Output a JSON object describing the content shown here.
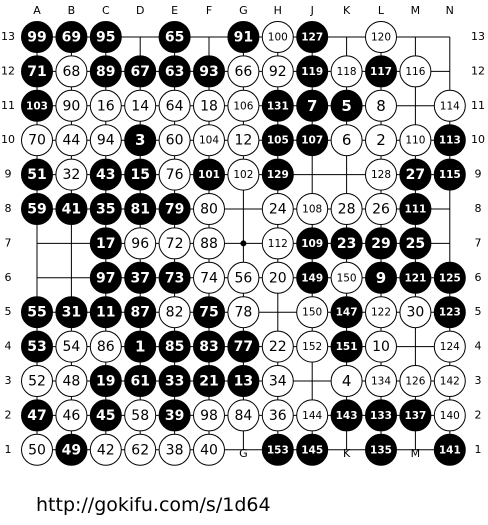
{
  "board": {
    "size": 13,
    "columns": [
      "A",
      "B",
      "C",
      "D",
      "E",
      "F",
      "G",
      "H",
      "J",
      "K",
      "L",
      "M",
      "N"
    ],
    "rows": [
      13,
      12,
      11,
      10,
      9,
      8,
      7,
      6,
      5,
      4,
      3,
      2,
      1
    ],
    "star_points": [
      "G7",
      "M7"
    ],
    "colors": {
      "board": "#ffffff",
      "line": "#000000",
      "black_stone": "#000000",
      "white_stone": "#ffffff"
    }
  },
  "stones": [
    {
      "pos": "A13",
      "color": "B",
      "n": "99"
    },
    {
      "pos": "B13",
      "color": "B",
      "n": "69"
    },
    {
      "pos": "C13",
      "color": "B",
      "n": "95"
    },
    {
      "pos": "E13",
      "color": "B",
      "n": "65"
    },
    {
      "pos": "G13",
      "color": "B",
      "n": "91"
    },
    {
      "pos": "H13",
      "color": "W",
      "n": "100"
    },
    {
      "pos": "J13",
      "color": "B",
      "n": "127"
    },
    {
      "pos": "L13",
      "color": "W",
      "n": "120"
    },
    {
      "pos": "A12",
      "color": "B",
      "n": "71"
    },
    {
      "pos": "B12",
      "color": "W",
      "n": "68"
    },
    {
      "pos": "C12",
      "color": "B",
      "n": "89"
    },
    {
      "pos": "D12",
      "color": "B",
      "n": "67"
    },
    {
      "pos": "E12",
      "color": "B",
      "n": "63"
    },
    {
      "pos": "F12",
      "color": "B",
      "n": "93"
    },
    {
      "pos": "G12",
      "color": "W",
      "n": "66"
    },
    {
      "pos": "H12",
      "color": "W",
      "n": "92"
    },
    {
      "pos": "J12",
      "color": "B",
      "n": "119"
    },
    {
      "pos": "K12",
      "color": "W",
      "n": "118"
    },
    {
      "pos": "L12",
      "color": "B",
      "n": "117"
    },
    {
      "pos": "M12",
      "color": "W",
      "n": "116"
    },
    {
      "pos": "A11",
      "color": "B",
      "n": "103"
    },
    {
      "pos": "B11",
      "color": "W",
      "n": "90"
    },
    {
      "pos": "C11",
      "color": "W",
      "n": "16"
    },
    {
      "pos": "D11",
      "color": "W",
      "n": "14"
    },
    {
      "pos": "E11",
      "color": "W",
      "n": "64"
    },
    {
      "pos": "F11",
      "color": "W",
      "n": "18"
    },
    {
      "pos": "G11",
      "color": "W",
      "n": "106"
    },
    {
      "pos": "H11",
      "color": "B",
      "n": "131"
    },
    {
      "pos": "J11",
      "color": "B",
      "n": "7"
    },
    {
      "pos": "K11",
      "color": "B",
      "n": "5"
    },
    {
      "pos": "L11",
      "color": "W",
      "n": "8"
    },
    {
      "pos": "N11",
      "color": "W",
      "n": "114"
    },
    {
      "pos": "A10",
      "color": "W",
      "n": "70"
    },
    {
      "pos": "B10",
      "color": "W",
      "n": "44"
    },
    {
      "pos": "C10",
      "color": "W",
      "n": "94"
    },
    {
      "pos": "D10",
      "color": "B",
      "n": "3"
    },
    {
      "pos": "E10",
      "color": "W",
      "n": "60"
    },
    {
      "pos": "F10",
      "color": "W",
      "n": "104"
    },
    {
      "pos": "G10",
      "color": "W",
      "n": "12"
    },
    {
      "pos": "H10",
      "color": "B",
      "n": "105"
    },
    {
      "pos": "J10",
      "color": "B",
      "n": "107"
    },
    {
      "pos": "K10",
      "color": "W",
      "n": "6"
    },
    {
      "pos": "L10",
      "color": "W",
      "n": "2"
    },
    {
      "pos": "M10",
      "color": "W",
      "n": "110"
    },
    {
      "pos": "N10",
      "color": "B",
      "n": "113"
    },
    {
      "pos": "A9",
      "color": "B",
      "n": "51"
    },
    {
      "pos": "B9",
      "color": "W",
      "n": "32"
    },
    {
      "pos": "C9",
      "color": "B",
      "n": "43"
    },
    {
      "pos": "D9",
      "color": "B",
      "n": "15"
    },
    {
      "pos": "E9",
      "color": "W",
      "n": "76"
    },
    {
      "pos": "F9",
      "color": "B",
      "n": "101"
    },
    {
      "pos": "G9",
      "color": "W",
      "n": "102"
    },
    {
      "pos": "H9",
      "color": "B",
      "n": "129"
    },
    {
      "pos": "L9",
      "color": "W",
      "n": "128"
    },
    {
      "pos": "M9",
      "color": "B",
      "n": "27"
    },
    {
      "pos": "N9",
      "color": "B",
      "n": "115"
    },
    {
      "pos": "A8",
      "color": "B",
      "n": "59"
    },
    {
      "pos": "B8",
      "color": "B",
      "n": "41"
    },
    {
      "pos": "C8",
      "color": "B",
      "n": "35"
    },
    {
      "pos": "D8",
      "color": "B",
      "n": "81"
    },
    {
      "pos": "E8",
      "color": "B",
      "n": "79"
    },
    {
      "pos": "F8",
      "color": "W",
      "n": "80"
    },
    {
      "pos": "H8",
      "color": "W",
      "n": "24"
    },
    {
      "pos": "J8",
      "color": "W",
      "n": "108"
    },
    {
      "pos": "K8",
      "color": "W",
      "n": "28"
    },
    {
      "pos": "L8",
      "color": "W",
      "n": "26"
    },
    {
      "pos": "M8",
      "color": "B",
      "n": "111"
    },
    {
      "pos": "C7",
      "color": "B",
      "n": "17"
    },
    {
      "pos": "D7",
      "color": "W",
      "n": "96"
    },
    {
      "pos": "E7",
      "color": "W",
      "n": "72"
    },
    {
      "pos": "F7",
      "color": "W",
      "n": "88"
    },
    {
      "pos": "H7",
      "color": "W",
      "n": "112"
    },
    {
      "pos": "J7",
      "color": "B",
      "n": "109"
    },
    {
      "pos": "K7",
      "color": "B",
      "n": "23"
    },
    {
      "pos": "L7",
      "color": "B",
      "n": "29"
    },
    {
      "pos": "M7",
      "color": "B",
      "n": "25"
    },
    {
      "pos": "C6",
      "color": "B",
      "n": "97"
    },
    {
      "pos": "D6",
      "color": "B",
      "n": "37"
    },
    {
      "pos": "E6",
      "color": "B",
      "n": "73"
    },
    {
      "pos": "F6",
      "color": "W",
      "n": "74"
    },
    {
      "pos": "G6",
      "color": "W",
      "n": "56"
    },
    {
      "pos": "H6",
      "color": "W",
      "n": "20"
    },
    {
      "pos": "J6",
      "color": "B",
      "n": "149"
    },
    {
      "pos": "K6",
      "color": "W",
      "n": "150"
    },
    {
      "pos": "L6",
      "color": "B",
      "n": "9"
    },
    {
      "pos": "M6",
      "color": "B",
      "n": "121"
    },
    {
      "pos": "N6",
      "color": "B",
      "n": "125"
    },
    {
      "pos": "A5",
      "color": "B",
      "n": "55"
    },
    {
      "pos": "B5",
      "color": "B",
      "n": "31"
    },
    {
      "pos": "C5",
      "color": "B",
      "n": "11"
    },
    {
      "pos": "D5",
      "color": "B",
      "n": "87"
    },
    {
      "pos": "E5",
      "color": "W",
      "n": "82"
    },
    {
      "pos": "F5",
      "color": "B",
      "n": "75"
    },
    {
      "pos": "G5",
      "color": "W",
      "n": "78"
    },
    {
      "pos": "J5",
      "color": "W",
      "n": "150"
    },
    {
      "pos": "K5",
      "color": "B",
      "n": "147"
    },
    {
      "pos": "L5",
      "color": "W",
      "n": "122"
    },
    {
      "pos": "M5",
      "color": "W",
      "n": "30"
    },
    {
      "pos": "N5",
      "color": "B",
      "n": "123"
    },
    {
      "pos": "A4",
      "color": "B",
      "n": "53"
    },
    {
      "pos": "B4",
      "color": "W",
      "n": "54"
    },
    {
      "pos": "C4",
      "color": "W",
      "n": "86"
    },
    {
      "pos": "D4",
      "color": "B",
      "n": "1"
    },
    {
      "pos": "E4",
      "color": "B",
      "n": "85"
    },
    {
      "pos": "F4",
      "color": "B",
      "n": "83"
    },
    {
      "pos": "G4",
      "color": "B",
      "n": "77"
    },
    {
      "pos": "H4",
      "color": "W",
      "n": "22"
    },
    {
      "pos": "J4",
      "color": "W",
      "n": "152"
    },
    {
      "pos": "K4",
      "color": "B",
      "n": "151"
    },
    {
      "pos": "L4",
      "color": "W",
      "n": "10"
    },
    {
      "pos": "N4",
      "color": "W",
      "n": "124"
    },
    {
      "pos": "A3",
      "color": "W",
      "n": "52"
    },
    {
      "pos": "B3",
      "color": "W",
      "n": "48"
    },
    {
      "pos": "C3",
      "color": "B",
      "n": "19"
    },
    {
      "pos": "D3",
      "color": "B",
      "n": "61"
    },
    {
      "pos": "E3",
      "color": "B",
      "n": "33"
    },
    {
      "pos": "F3",
      "color": "B",
      "n": "21"
    },
    {
      "pos": "G3",
      "color": "B",
      "n": "13"
    },
    {
      "pos": "H3",
      "color": "W",
      "n": "34"
    },
    {
      "pos": "K3",
      "color": "W",
      "n": "4"
    },
    {
      "pos": "L3",
      "color": "W",
      "n": "134"
    },
    {
      "pos": "M3",
      "color": "W",
      "n": "126"
    },
    {
      "pos": "N3",
      "color": "W",
      "n": "142"
    },
    {
      "pos": "A2",
      "color": "B",
      "n": "47"
    },
    {
      "pos": "B2",
      "color": "W",
      "n": "46"
    },
    {
      "pos": "C2",
      "color": "B",
      "n": "45"
    },
    {
      "pos": "D2",
      "color": "W",
      "n": "58"
    },
    {
      "pos": "E2",
      "color": "B",
      "n": "39"
    },
    {
      "pos": "F2",
      "color": "W",
      "n": "98"
    },
    {
      "pos": "G2",
      "color": "W",
      "n": "84"
    },
    {
      "pos": "H2",
      "color": "W",
      "n": "36"
    },
    {
      "pos": "J2",
      "color": "W",
      "n": "144"
    },
    {
      "pos": "K2",
      "color": "B",
      "n": "143"
    },
    {
      "pos": "L2",
      "color": "B",
      "n": "133"
    },
    {
      "pos": "M2",
      "color": "B",
      "n": "137"
    },
    {
      "pos": "N2",
      "color": "W",
      "n": "140"
    },
    {
      "pos": "A1",
      "color": "W",
      "n": "50"
    },
    {
      "pos": "B1",
      "color": "B",
      "n": "49"
    },
    {
      "pos": "C1",
      "color": "W",
      "n": "42"
    },
    {
      "pos": "D1",
      "color": "W",
      "n": "62"
    },
    {
      "pos": "E1",
      "color": "W",
      "n": "38"
    },
    {
      "pos": "F1",
      "color": "W",
      "n": "40"
    },
    {
      "pos": "H1",
      "color": "B",
      "n": "153"
    },
    {
      "pos": "J1",
      "color": "B",
      "n": "145"
    },
    {
      "pos": "L1",
      "color": "B",
      "n": "135"
    },
    {
      "pos": "N1",
      "color": "B",
      "n": "141"
    }
  ],
  "footer": {
    "url": "http://gokifu.com/s/1d64"
  }
}
